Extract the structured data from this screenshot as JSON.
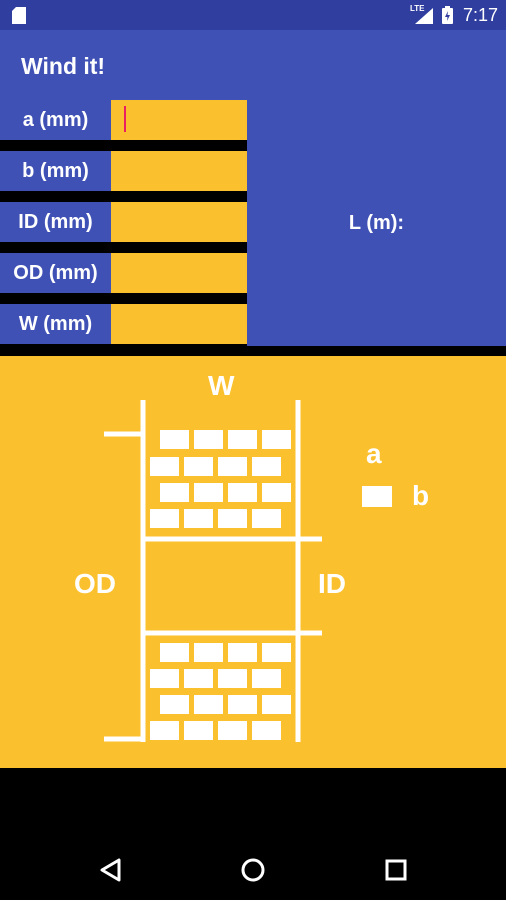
{
  "status_bar": {
    "time": "7:17",
    "network": "LTE"
  },
  "app_bar": {
    "title": "Wind it!"
  },
  "form": {
    "fields": [
      {
        "label": "a (mm)",
        "value": ""
      },
      {
        "label": "b (mm)",
        "value": ""
      },
      {
        "label": "ID (mm)",
        "value": ""
      },
      {
        "label": "OD (mm)",
        "value": ""
      },
      {
        "label": "W (mm)",
        "value": ""
      }
    ],
    "result_label": "L (m):"
  },
  "diagram": {
    "width_label": "W",
    "outer_diameter_label": "OD",
    "inner_diameter_label": "ID",
    "legend_a": "a",
    "legend_b": "b"
  },
  "colors": {
    "primary": "#3f51b5",
    "primary_dark": "#303f9f",
    "accent": "#fbc02d",
    "cursor": "#e91e63"
  },
  "nav": {
    "icons": [
      "back-icon",
      "home-icon",
      "recents-icon"
    ]
  }
}
